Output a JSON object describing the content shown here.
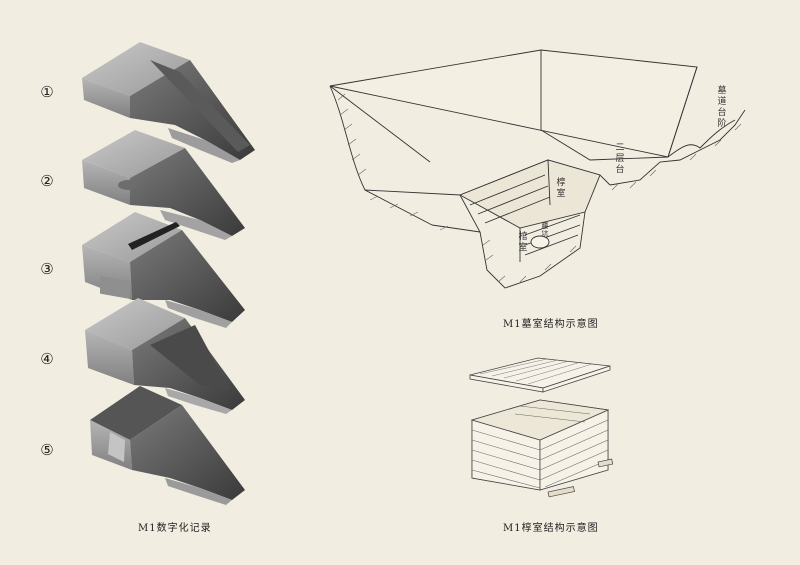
{
  "digital_record": {
    "caption": "M1数字化记录",
    "items": [
      "①",
      "②",
      "③",
      "④",
      "⑤"
    ]
  },
  "tomb_structure": {
    "caption": "M1墓室结构示意图",
    "labels": {
      "tomb_passage_steps": "墓道台阶",
      "second_ledge": "二层台",
      "outer_coffin_chamber": "椁室",
      "waist_pit": "腰坑",
      "inner_coffin_chamber": "棺室"
    }
  },
  "outer_coffin_structure": {
    "caption": "M1椁室结构示意图"
  }
}
